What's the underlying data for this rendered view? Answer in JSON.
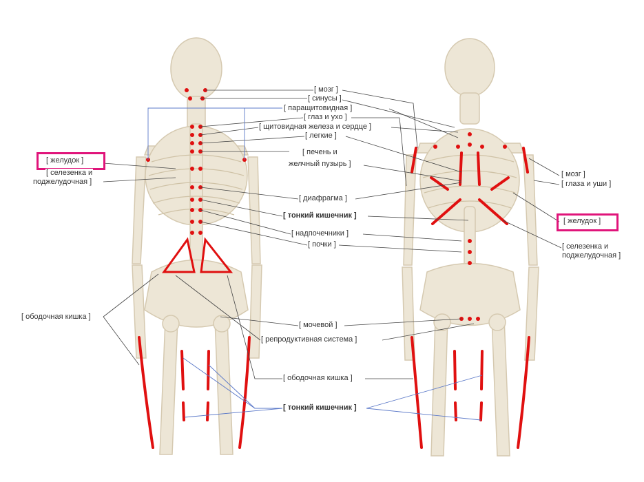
{
  "colors": {
    "bone": "#ede6d6",
    "bone_edge": "#d5c9b0",
    "marker": "#e01010",
    "highlight": "#e0147a",
    "leader": "#444444",
    "leader_blue": "#5a78c8"
  },
  "center_labels": {
    "brain": "[ мозг ]",
    "sinuses": "[ синусы ]",
    "parathyroid": "[ паращитовидная ]",
    "eye_ear": "[ глаз и ухо ]",
    "thyroid_heart": "[ щитовидная железа и сердце ]",
    "lungs": "[ легкие ]",
    "liver_1": "[ печень и",
    "liver_2": "желчный пузырь ]",
    "diaphragm": "[ диафрагма ]",
    "small_intestine": "[ тонкий кишечник ]",
    "adrenals": "[ надпочечники ]",
    "kidneys": "[ почки ]",
    "bladder": "[ мочевой ]",
    "reproductive": "[ репродуктивная система ]",
    "colon": "[ ободочная кишка ]",
    "small_intestine_2": "[ тонкий кишечник ]"
  },
  "left_labels": {
    "stomach": "[ желудок ]",
    "spleen_1": "[ селезенка и",
    "spleen_2": "поджелудочная ]",
    "colon": "[ ободочная кишка ]"
  },
  "right_labels": {
    "brain": "[ мозг ]",
    "eyes_ears": "[ глаза и уши ]",
    "stomach": "[ желудок ]",
    "spleen_1": "[ селезенка и",
    "spleen_2": "поджелудочная ]"
  }
}
